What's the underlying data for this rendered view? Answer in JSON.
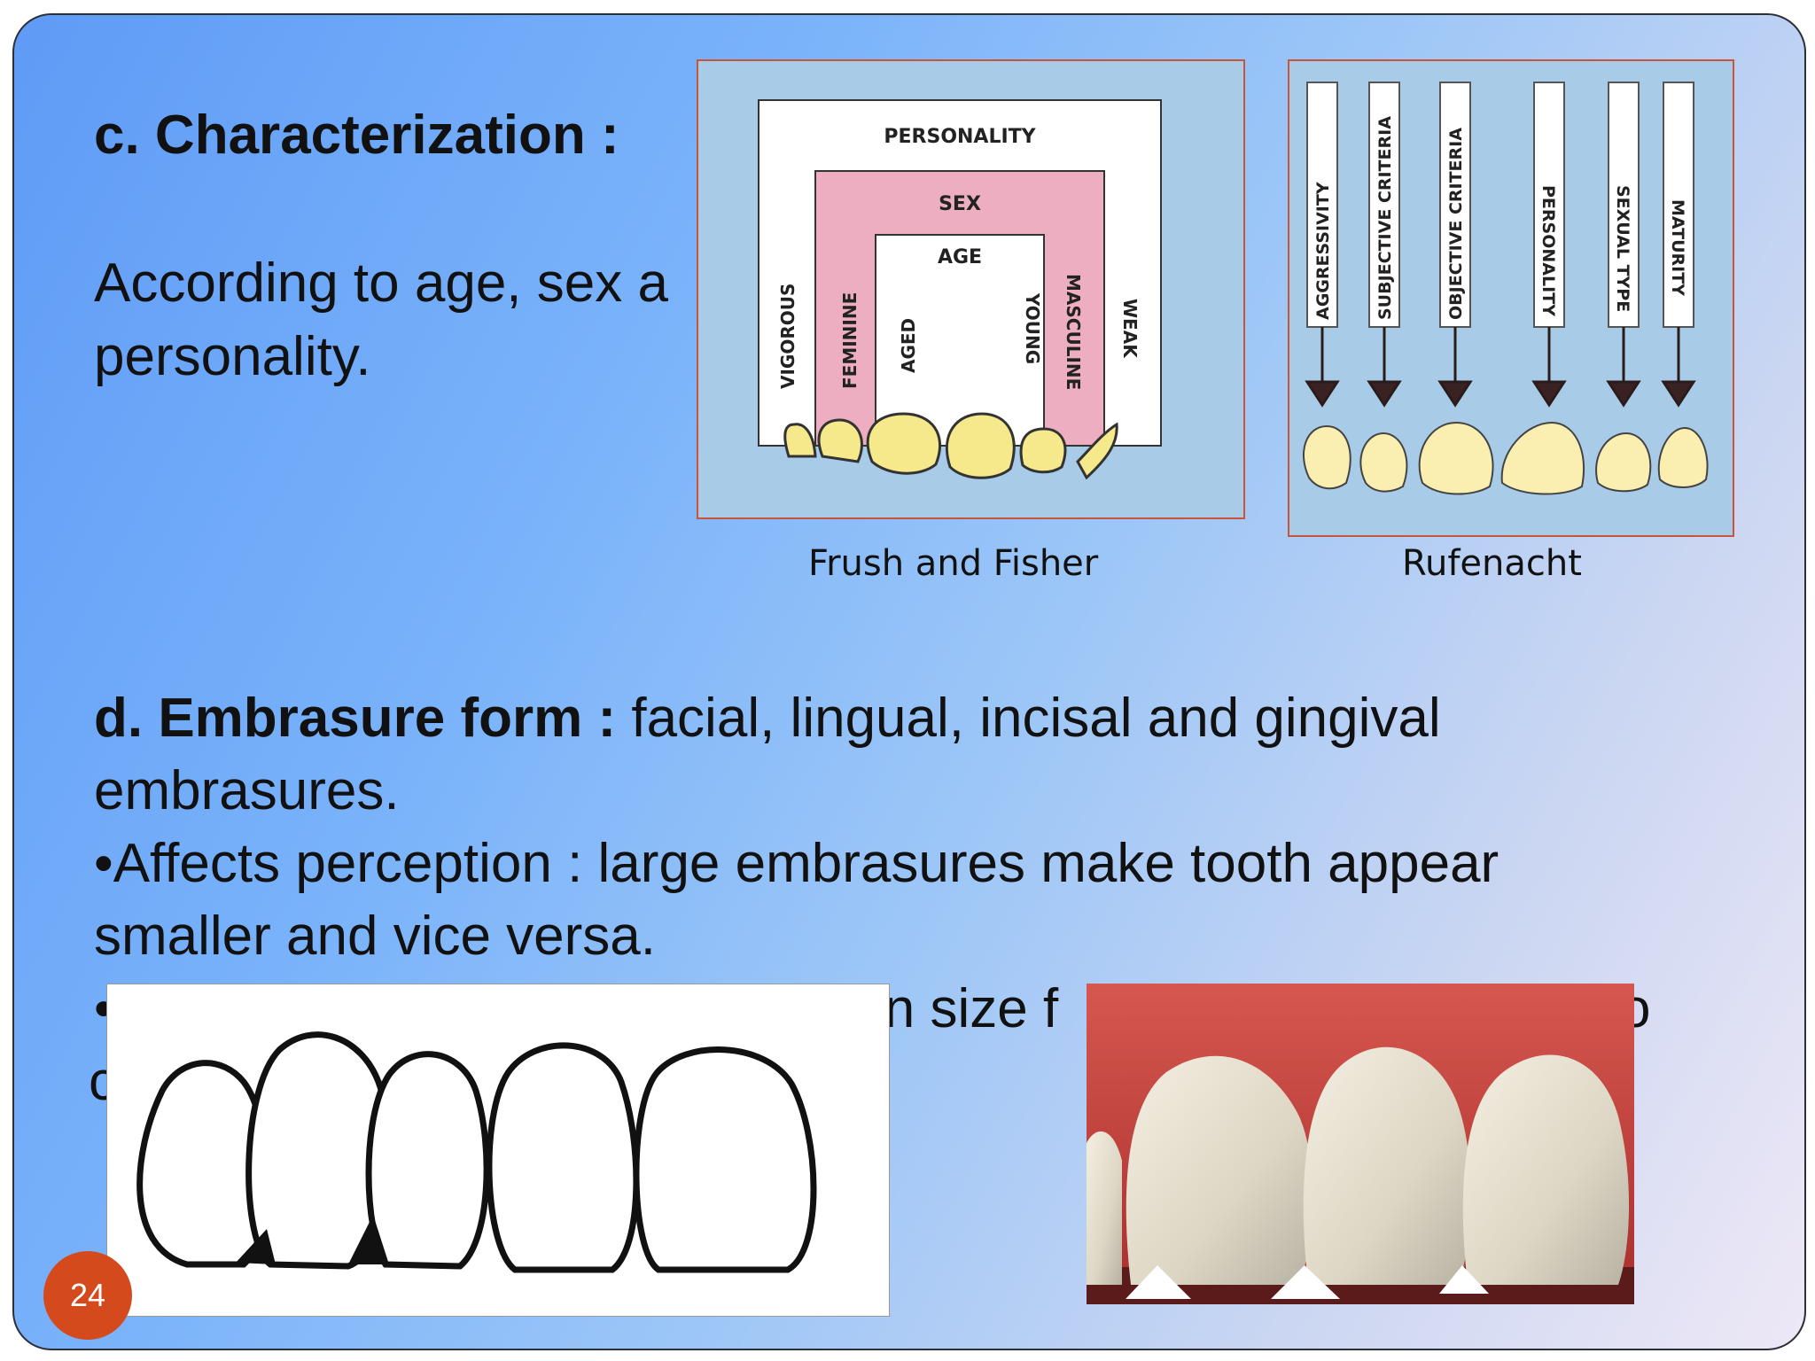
{
  "heading_c": "c. Characterization :",
  "para_c_line1": "According to age, sex a",
  "para_c_line2": "personality.",
  "figure_left": {
    "caption": "Frush and Fisher",
    "labels": {
      "personality": "PERSONALITY",
      "sex": "SEX",
      "age": "AGE",
      "vigorous": "VIGOROUS",
      "feminine": "FEMININE",
      "aged": "AGED",
      "young": "YOUNG",
      "masculine": "MASCULINE",
      "weak": "WEAK"
    }
  },
  "figure_right": {
    "caption": "Rufenacht",
    "labels": [
      "AGGRESSIVITY",
      "SUBJECTIVE CRITERIA",
      "OBJECTIVE CRITERIA",
      "PERSONALITY",
      "SEXUAL TYPE",
      "MATURITY"
    ]
  },
  "heading_d": "d. Embrasure form :",
  "para_d_line1_rest": " facial, lingual, incisal and gingival",
  "para_d_line2": "embrasures.",
  "bullet1_line1": "•Affects perception : large embrasures make tooth appear",
  "bullet1_line2": "smaller and vice versa.",
  "bullet2_fragment_a": "•",
  "bullet2_fragment_b": "in size f",
  "bullet2_fragment_c": "o",
  "bullet2_line2_fragment": "c",
  "page_number": "24",
  "colors": {
    "tooth_yellow": "#f6e98c",
    "panel_blue": "#a8cbe8",
    "pink_band": "#ecaec0",
    "page_badge": "#d44a1c",
    "gum_red": "#c2413e"
  }
}
